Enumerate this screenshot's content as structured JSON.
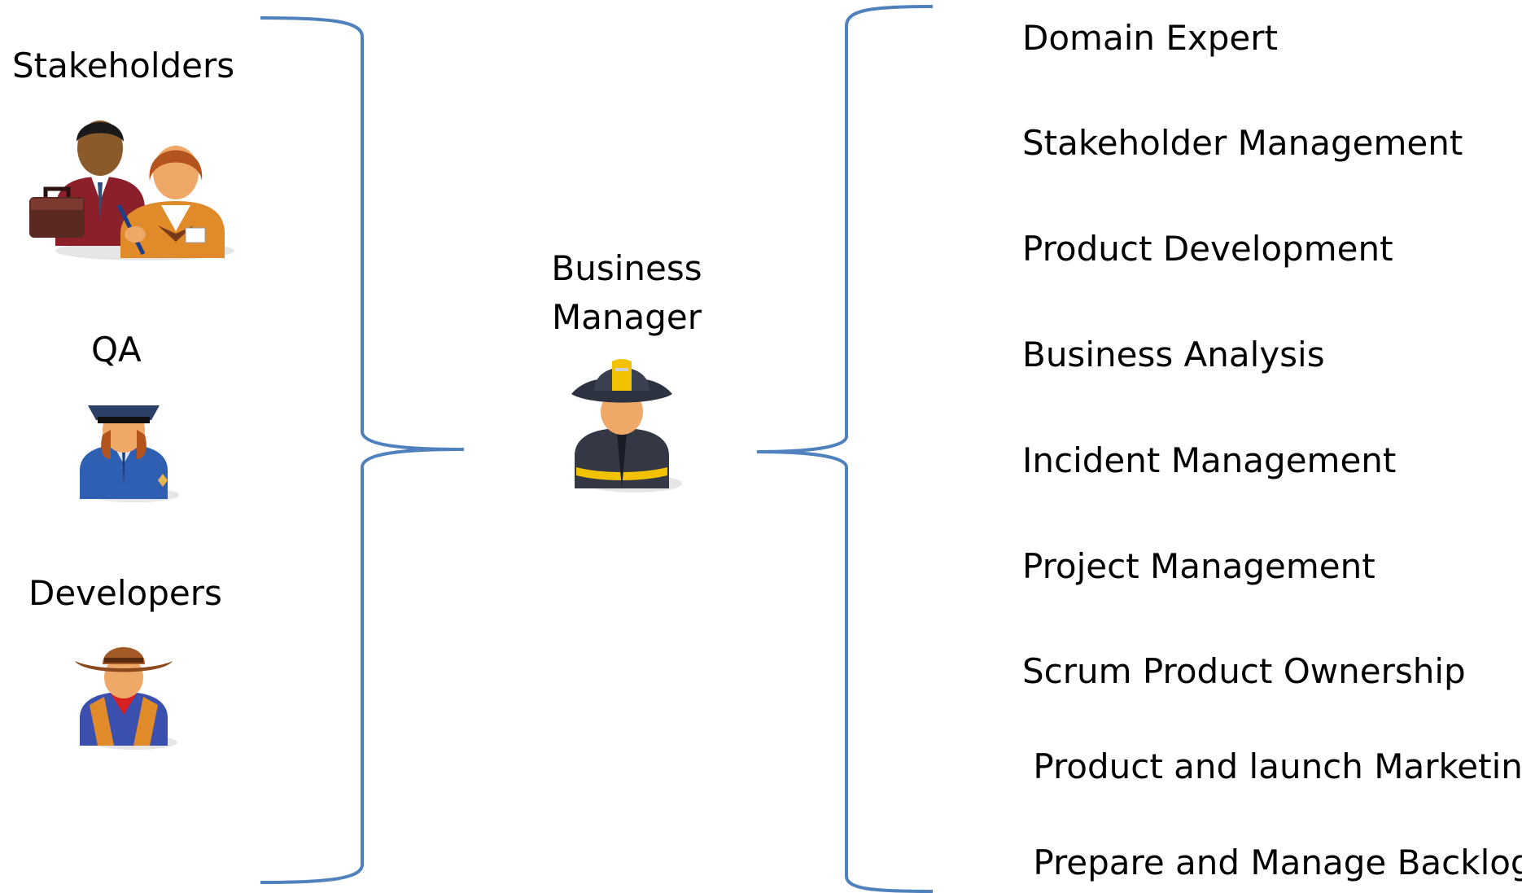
{
  "left_groups": [
    {
      "label": "Stakeholders",
      "icon": "stakeholders-icon"
    },
    {
      "label": "QA",
      "icon": "police-officer-icon"
    },
    {
      "label": "Developers",
      "icon": "cowboy-icon"
    }
  ],
  "center": {
    "title_line1": "Business",
    "title_line2": "Manager",
    "icon": "firefighter-icon"
  },
  "roles": [
    "Domain Expert",
    "Stakeholder Management",
    "Product Development",
    "Business Analysis",
    "Incident Management",
    "Project Management",
    "Scrum Product Ownership",
    " Product and launch Marketing",
    " Prepare and Manage Backlog"
  ],
  "colors": {
    "brace": "#4f81bd",
    "text": "#000000",
    "background": "#ffffff"
  }
}
